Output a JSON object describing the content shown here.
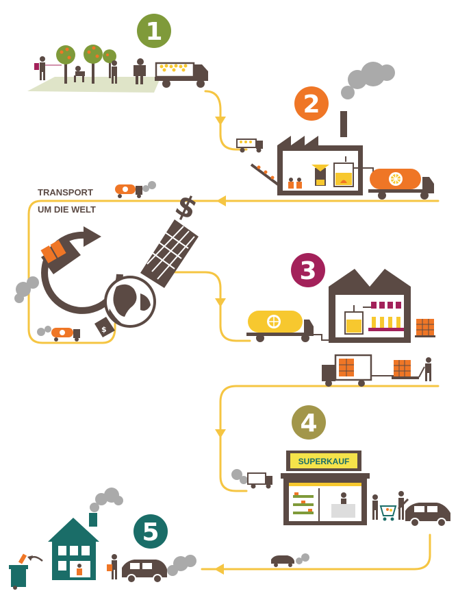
{
  "steps": [
    {
      "number": "1",
      "color": "#7f9a3a"
    },
    {
      "number": "2",
      "color": "#ef7626"
    },
    {
      "number": "3",
      "color": "#a3215a"
    },
    {
      "number": "4",
      "color": "#a2964a"
    },
    {
      "number": "5",
      "color": "#1a6d68"
    }
  ],
  "transport_label": {
    "line1": "TRANSPORT",
    "line2": "UM DIE WELT"
  },
  "shop": {
    "sign": "SUPERKAUF"
  },
  "icons": [
    "money-sign-icon",
    "globe-icon",
    "container-truck-icon",
    "tanker-truck-icon",
    "factory-icon",
    "house-icon",
    "car-icon",
    "smoke-icon",
    "orange-slice-icon",
    "worker-icon"
  ],
  "colors": {
    "path": "#f5c542",
    "dark": "#5b4a44",
    "orange": "#ef7626",
    "yellow": "#f7c82f",
    "smoke": "#aaaaaa",
    "shop_sign": "#f5e34a",
    "shop_sign_text": "#1a6d68"
  }
}
